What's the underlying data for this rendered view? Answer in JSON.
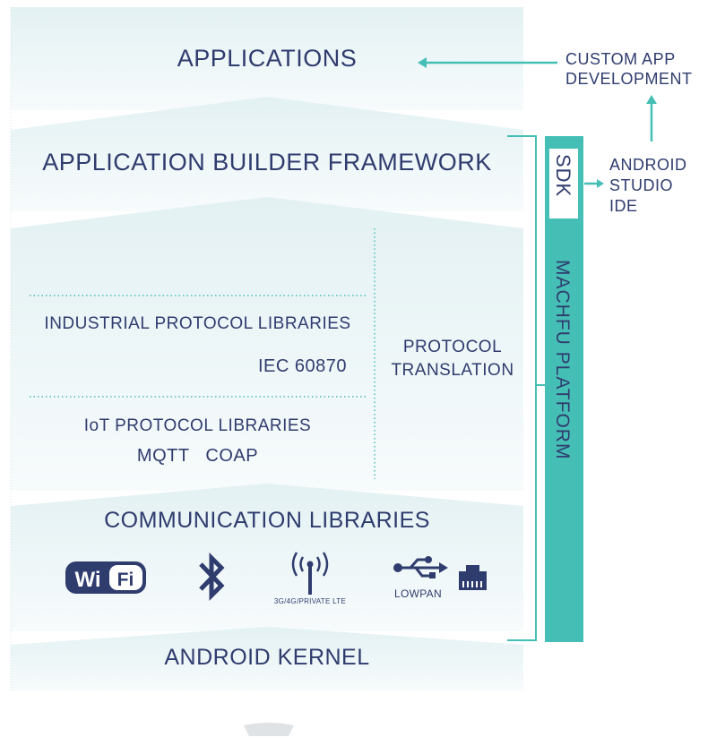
{
  "layers": {
    "applications": "APPLICATIONS",
    "framework": "APPLICATION BUILDER FRAMEWORK",
    "industrial": "INDUSTRIAL PROTOCOL LIBRARIES",
    "industrial_item": "IEC 60870",
    "iot": "IoT PROTOCOL LIBRARIES",
    "iot_items": "MQTT   COAP",
    "protocol_translation_1": "PROTOCOL",
    "protocol_translation_2": "TRANSLATION",
    "communication": "COMMUNICATION LIBRARIES",
    "kernel": "ANDROID KERNEL"
  },
  "icons": {
    "wifi_left": "Wi",
    "wifi_right": "Fi",
    "cellular_label": "3G/4G/PRIVATE LTE",
    "lowpan_label": "LOWPAN"
  },
  "side": {
    "custom_app_1": "CUSTOM APP",
    "custom_app_2": "DEVELOPMENT",
    "android_studio_1": "ANDROID",
    "android_studio_2": "STUDIO",
    "android_studio_3": "IDE",
    "sdk": "SDK",
    "platform": "MACHFU PLATFORM"
  },
  "colors": {
    "teal": "#45bfb5",
    "navy": "#2f3c6e",
    "layer_bg": "#e9f4f5"
  }
}
